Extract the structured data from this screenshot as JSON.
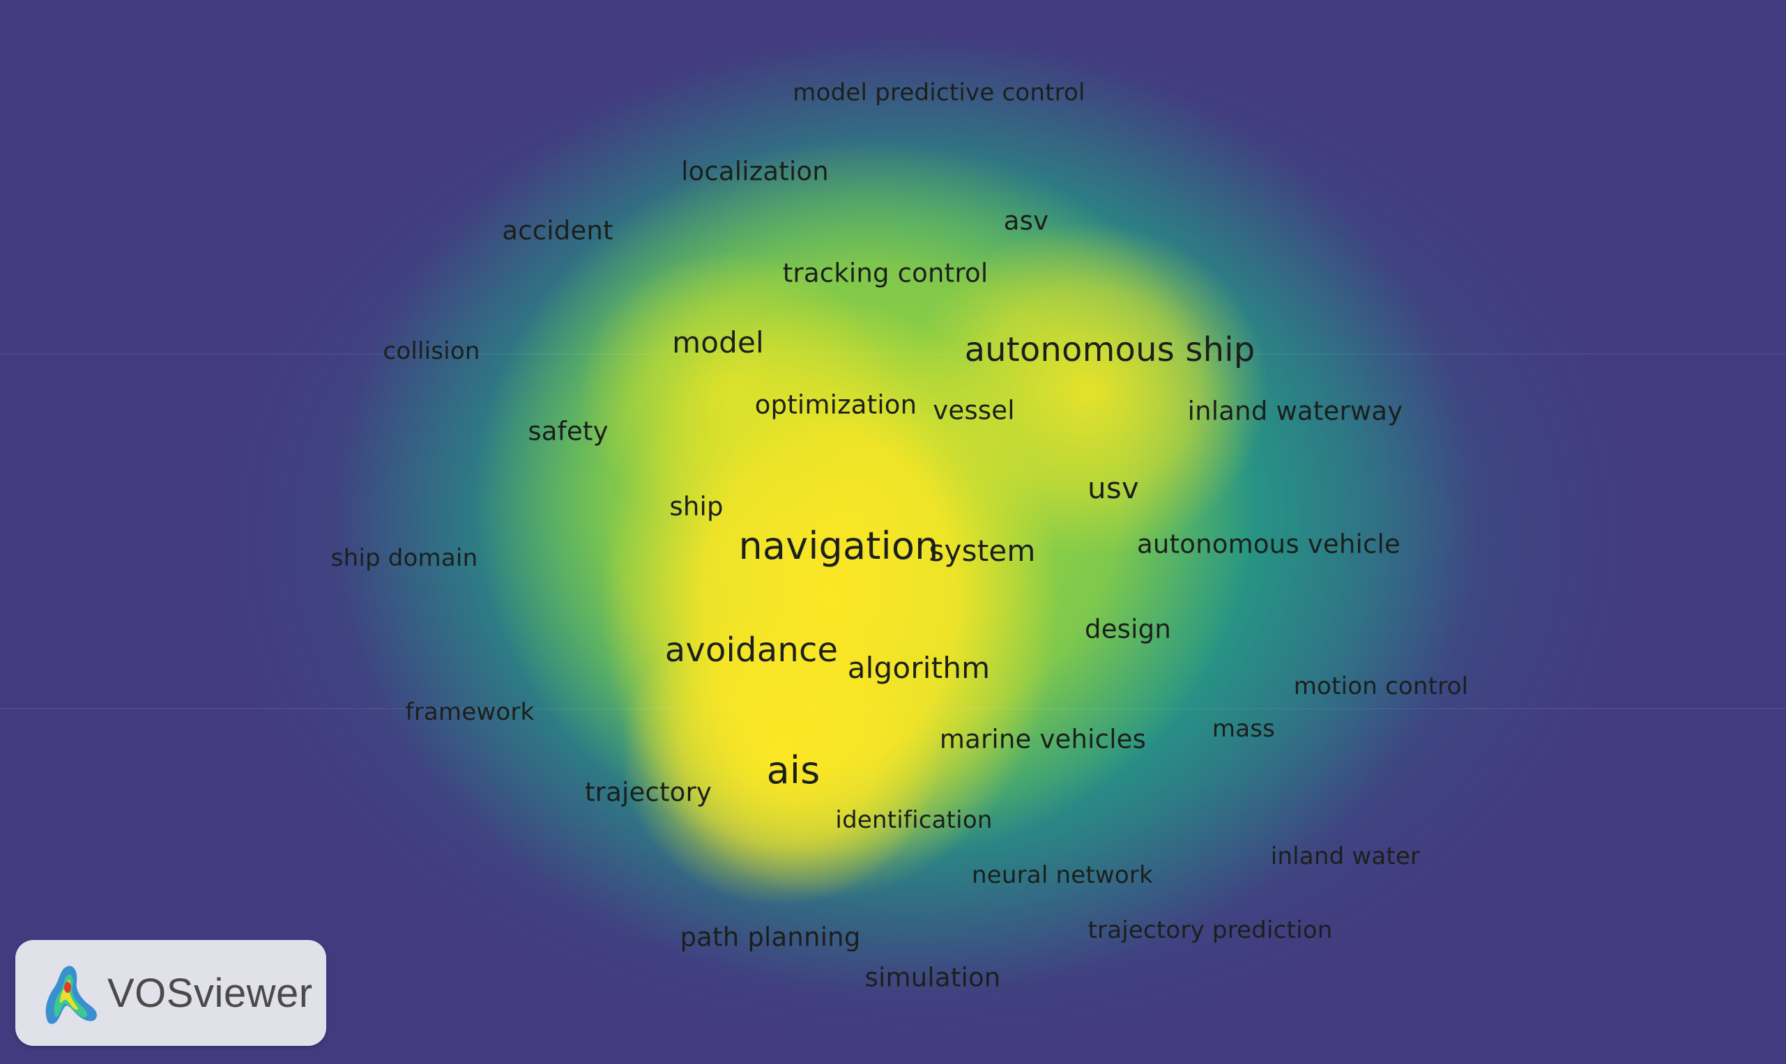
{
  "brand": {
    "name": "VOSviewer",
    "icon": "vosviewer-logo-icon"
  },
  "colors": {
    "background": "#433b7f",
    "low": "#2f6e8e",
    "mid": "#22a884",
    "high": "#a5db36",
    "peak": "#fde725",
    "label": "#1b1f1c"
  },
  "terms": [
    {
      "id": "model-predictive-control",
      "label": "model predictive control"
    },
    {
      "id": "localization",
      "label": "localization"
    },
    {
      "id": "accident",
      "label": "accident"
    },
    {
      "id": "asv",
      "label": "asv"
    },
    {
      "id": "tracking-control",
      "label": "tracking control"
    },
    {
      "id": "collision",
      "label": "collision"
    },
    {
      "id": "model",
      "label": "model"
    },
    {
      "id": "autonomous-ship",
      "label": "autonomous ship"
    },
    {
      "id": "optimization",
      "label": "optimization"
    },
    {
      "id": "vessel",
      "label": "vessel"
    },
    {
      "id": "inland-waterway",
      "label": "inland waterway"
    },
    {
      "id": "safety",
      "label": "safety"
    },
    {
      "id": "ship",
      "label": "ship"
    },
    {
      "id": "usv",
      "label": "usv"
    },
    {
      "id": "navigation",
      "label": "navigation"
    },
    {
      "id": "system",
      "label": "system"
    },
    {
      "id": "autonomous-vehicle",
      "label": "autonomous vehicle"
    },
    {
      "id": "ship-domain",
      "label": "ship domain"
    },
    {
      "id": "design",
      "label": "design"
    },
    {
      "id": "avoidance",
      "label": "avoidance"
    },
    {
      "id": "algorithm",
      "label": "algorithm"
    },
    {
      "id": "motion-control",
      "label": "motion control"
    },
    {
      "id": "framework",
      "label": "framework"
    },
    {
      "id": "mass",
      "label": "mass"
    },
    {
      "id": "marine-vehicles",
      "label": "marine vehicles"
    },
    {
      "id": "ais",
      "label": "ais"
    },
    {
      "id": "trajectory",
      "label": "trajectory"
    },
    {
      "id": "identification",
      "label": "identification"
    },
    {
      "id": "inland-water",
      "label": "inland water"
    },
    {
      "id": "neural-network",
      "label": "neural network"
    },
    {
      "id": "path-planning",
      "label": "path planning"
    },
    {
      "id": "trajectory-prediction",
      "label": "trajectory prediction"
    },
    {
      "id": "simulation",
      "label": "simulation"
    }
  ]
}
